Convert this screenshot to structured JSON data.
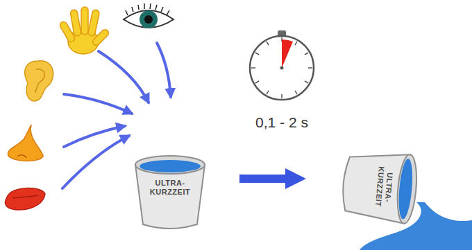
{
  "diagram": {
    "nodes": [
      {
        "text": [
          "ULTRA- KURZZEIT"
        ]
      },
      {
        "text": [
          "ULTRA- KURZZEIT"
        ]
      }
    ],
    "edges": [
      {
        "from": 0,
        "to": 1,
        "arrow": "to"
      }
    ],
    "labels": [
      "0,1 - 2 s"
    ]
  }
}
